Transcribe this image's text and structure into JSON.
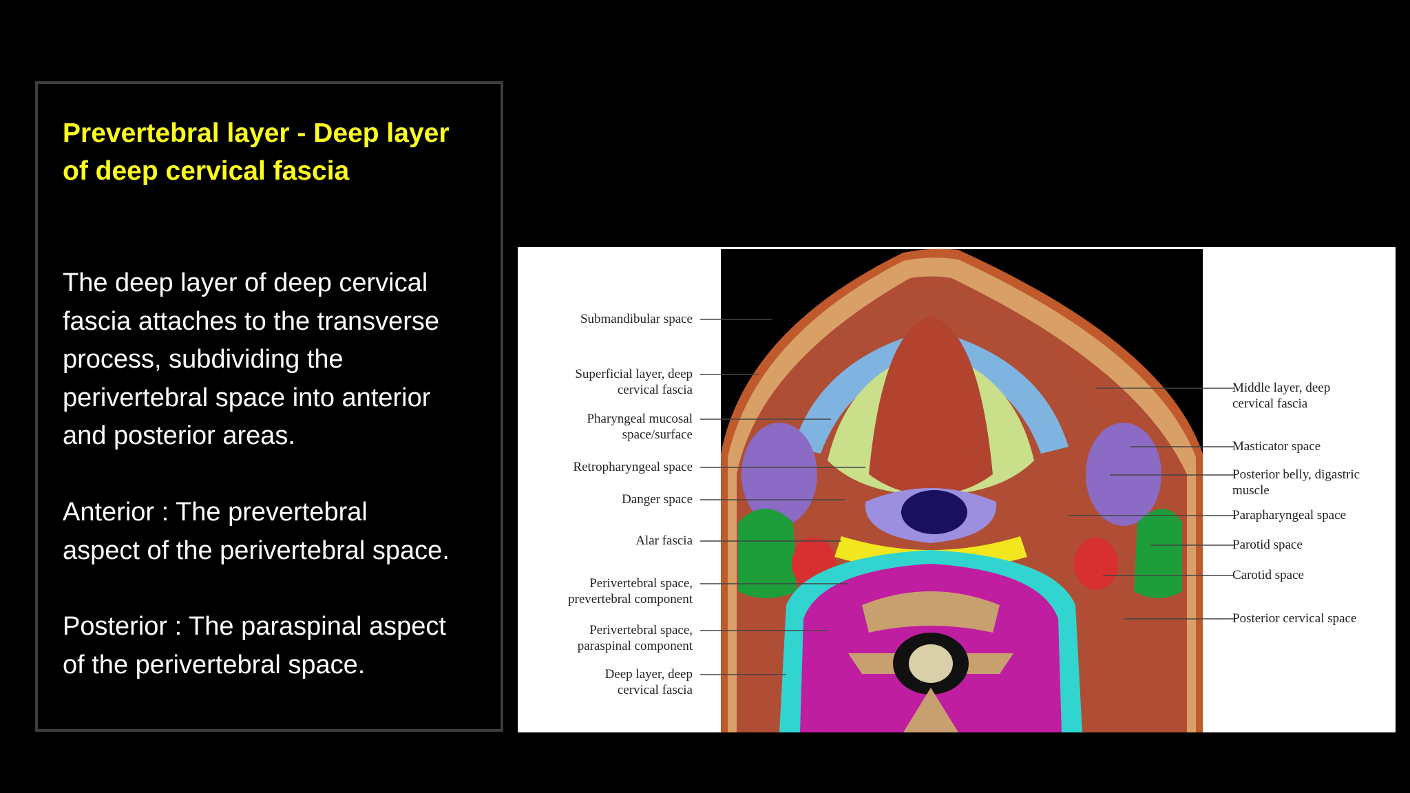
{
  "slide": {
    "heading": "Prevertebral layer - Deep layer\nof deep cervical fascia",
    "paragraph1": "The deep layer of deep cervical\nfascia attaches to the transverse\nprocess, subdividing the\nperivertebral space into anterior\nand posterior areas.",
    "paragraph2": "Anterior : The prevertebral\naspect of the perivertebral space.",
    "paragraph3": "Posterior : The paraspinal aspect\nof the perivertebral space."
  },
  "figure": {
    "left_labels": [
      "Submandibular space",
      "Superficial layer, deep\ncervical fascia",
      "Pharyngeal mucosal\nspace/surface",
      "Retropharyngeal space",
      "Danger space",
      "Alar fascia",
      "Perivertebral space,\nprevertebral component",
      "Perivertebral space,\nparaspinal component",
      "Deep layer, deep\ncervical fascia"
    ],
    "right_labels": [
      "Middle layer, deep\ncervical fascia",
      "Masticator space",
      "Posterior belly, digastric\nmuscle",
      "Parapharyngeal space",
      "Parotid space",
      "Carotid space",
      "Posterior cervical space"
    ]
  },
  "colors": {
    "heading": "#ffff1e",
    "text": "#ffffff",
    "border": "#3d3d3d",
    "muscle": "#b2432f",
    "masticator": "#8b6bc4",
    "parotid": "#1e9e3a",
    "prevertebral": "#c01ea0",
    "fascia_yellow": "#f2e61e",
    "retropharyngeal": "#9c8fe0",
    "airway": "#1a1060",
    "cyan": "#32d4d0",
    "pharyngeal_green": "#c9df8a",
    "bone": "#c8a070"
  }
}
